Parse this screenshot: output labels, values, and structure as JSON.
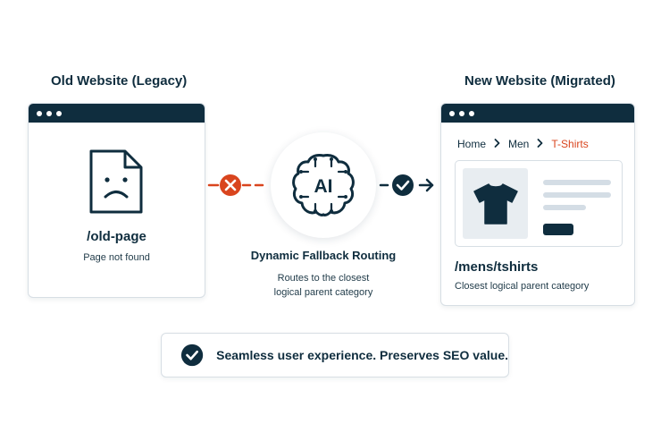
{
  "old_site": {
    "heading": "Old Website (Legacy)",
    "url": "/old-page",
    "status": "Page not found"
  },
  "new_site": {
    "heading": "New Website (Migrated)",
    "breadcrumb": [
      "Home",
      "Men",
      "T-Shirts"
    ],
    "url": "/mens/tshirts",
    "caption": "Closest logical parent category"
  },
  "router": {
    "badge": "AI",
    "title": "Dynamic Fallback Routing",
    "description_line1": "Routes to the closest",
    "description_line2": "logical parent category"
  },
  "banner": {
    "text": "Seamless user experience. Preserves SEO value."
  },
  "colors": {
    "navy": "#0f2d3e",
    "error": "#d9451e",
    "muted": "#d4dde5"
  }
}
